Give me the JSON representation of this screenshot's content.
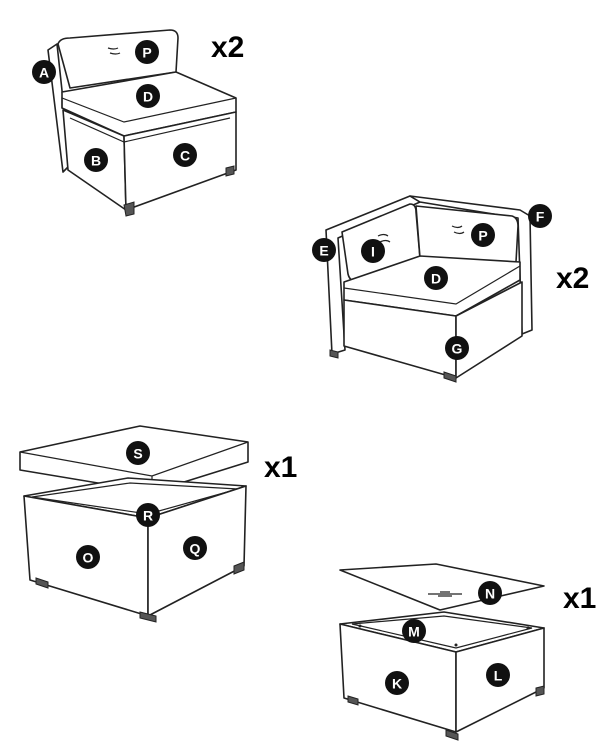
{
  "quantities": {
    "middle_seat": "x2",
    "corner_seat": "x2",
    "ottoman": "x1",
    "table": "x1"
  },
  "labels": {
    "middle_seat": {
      "A": "A",
      "P": "P",
      "D": "D",
      "B": "B",
      "C": "C"
    },
    "corner_seat": {
      "E": "E",
      "F": "F",
      "I": "I",
      "P": "P",
      "D": "D",
      "G": "G"
    },
    "ottoman": {
      "S": "S",
      "R": "R",
      "O": "O",
      "Q": "Q"
    },
    "table": {
      "N": "N",
      "M": "M",
      "K": "K",
      "L": "L"
    }
  }
}
